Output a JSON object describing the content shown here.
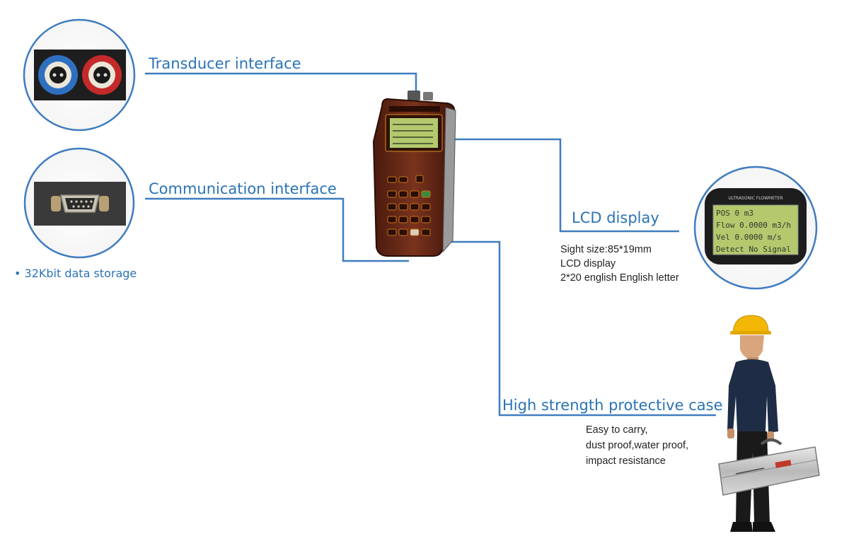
{
  "callouts": {
    "transducer": {
      "label": "Transducer interface"
    },
    "communication": {
      "label": "Communication interface",
      "note": "32Kbit data storage"
    },
    "lcd": {
      "label": "LCD display",
      "description": [
        "Sight size:85*19mm",
        "LCD display",
        "2*20 english English letter"
      ],
      "screen_lines": [
        "POS         0 m3",
        "Flow 0.0000 m3/h",
        "Vel  0.0000 m/s",
        "Detect No Signal"
      ]
    },
    "case": {
      "label": "High strength protective case",
      "description": [
        "Easy to carry,",
        "dust proof,water proof,",
        "impact resistance"
      ]
    }
  },
  "colors": {
    "accent": "#2a73b5",
    "line": "#3f7cbf",
    "device_body": "#6b2a17",
    "lcd_screen": "#b4c86e",
    "helmet": "#f2b705",
    "connector_blue": "#2f6fc0",
    "connector_red": "#c42a2a"
  }
}
